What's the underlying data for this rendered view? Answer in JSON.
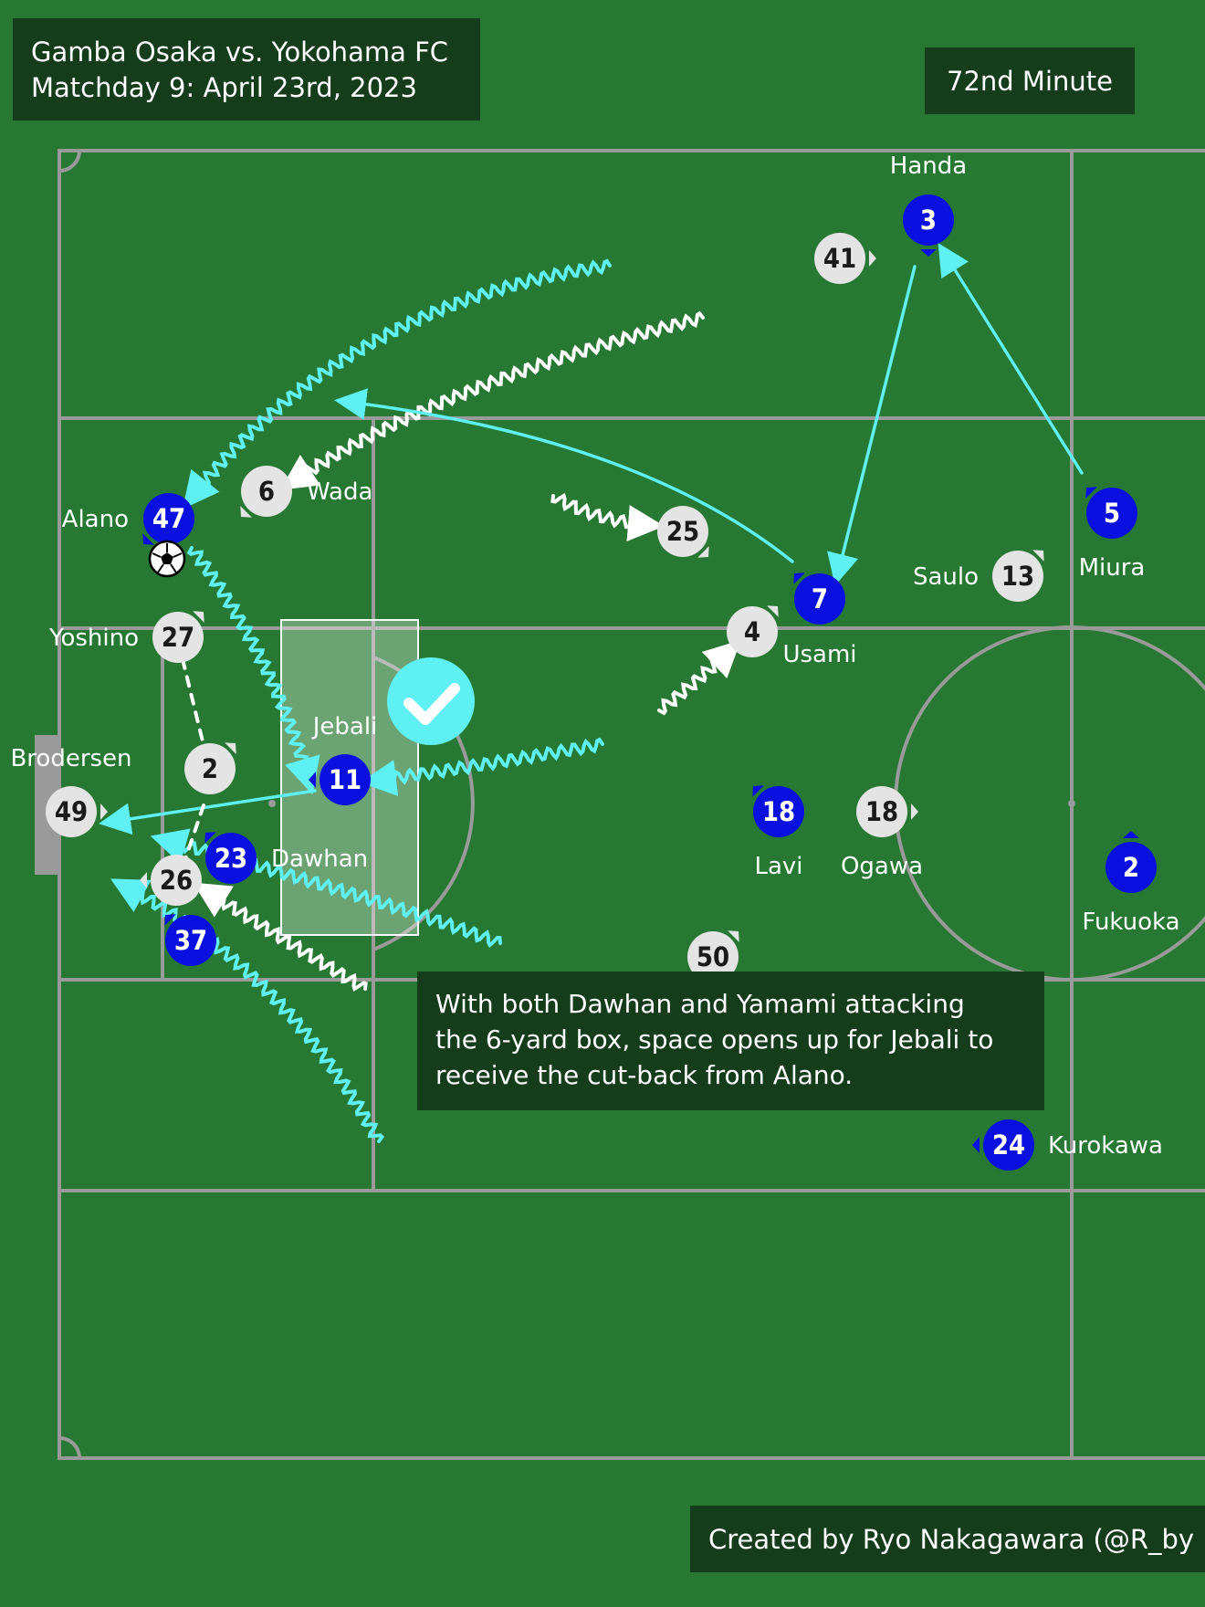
{
  "header": {
    "title_line1": "Gamba Osaka vs. Yokohama FC",
    "title_line2": "Matchday 9: April 23rd, 2023",
    "minute": "72nd Minute"
  },
  "annotation": {
    "line1": "With both Dawhan and Yamami attacking",
    "line2": "the 6-yard box, space opens up for Jebali to",
    "line3": "receive the cut-back from Alano."
  },
  "credit": "Created by Ryo Nakagawara (@R_by",
  "colors": {
    "pitch": "#267832",
    "lines": "#9a9a9a",
    "gamba": "#0a10e0",
    "yokohama": "#e4e4e4",
    "movement": "#5ef0f2",
    "panel": "#153d1c"
  },
  "gamba_players": [
    {
      "number": "3",
      "name": "Handa"
    },
    {
      "number": "5",
      "name": "Miura"
    },
    {
      "number": "7",
      "name": "Usami"
    },
    {
      "number": "47",
      "name": "Alano"
    },
    {
      "number": "11",
      "name": "Jebali"
    },
    {
      "number": "23",
      "name": "Dawhan"
    },
    {
      "number": "37",
      "name": ""
    },
    {
      "number": "18",
      "name": "Lavi"
    },
    {
      "number": "2",
      "name": "Fukuoka"
    },
    {
      "number": "24",
      "name": "Kurokawa"
    }
  ],
  "yokohama_players": [
    {
      "number": "41",
      "name": ""
    },
    {
      "number": "6",
      "name": "Wada"
    },
    {
      "number": "25",
      "name": ""
    },
    {
      "number": "13",
      "name": "Saulo"
    },
    {
      "number": "4",
      "name": ""
    },
    {
      "number": "27",
      "name": "Yoshino"
    },
    {
      "number": "2",
      "name": ""
    },
    {
      "number": "49",
      "name": "Brodersen"
    },
    {
      "number": "26",
      "name": ""
    },
    {
      "number": "18",
      "name": "Ogawa"
    },
    {
      "number": "50",
      "name": ""
    }
  ],
  "icons": {
    "ball": "soccer-ball-icon",
    "check": "checkmark-icon"
  }
}
